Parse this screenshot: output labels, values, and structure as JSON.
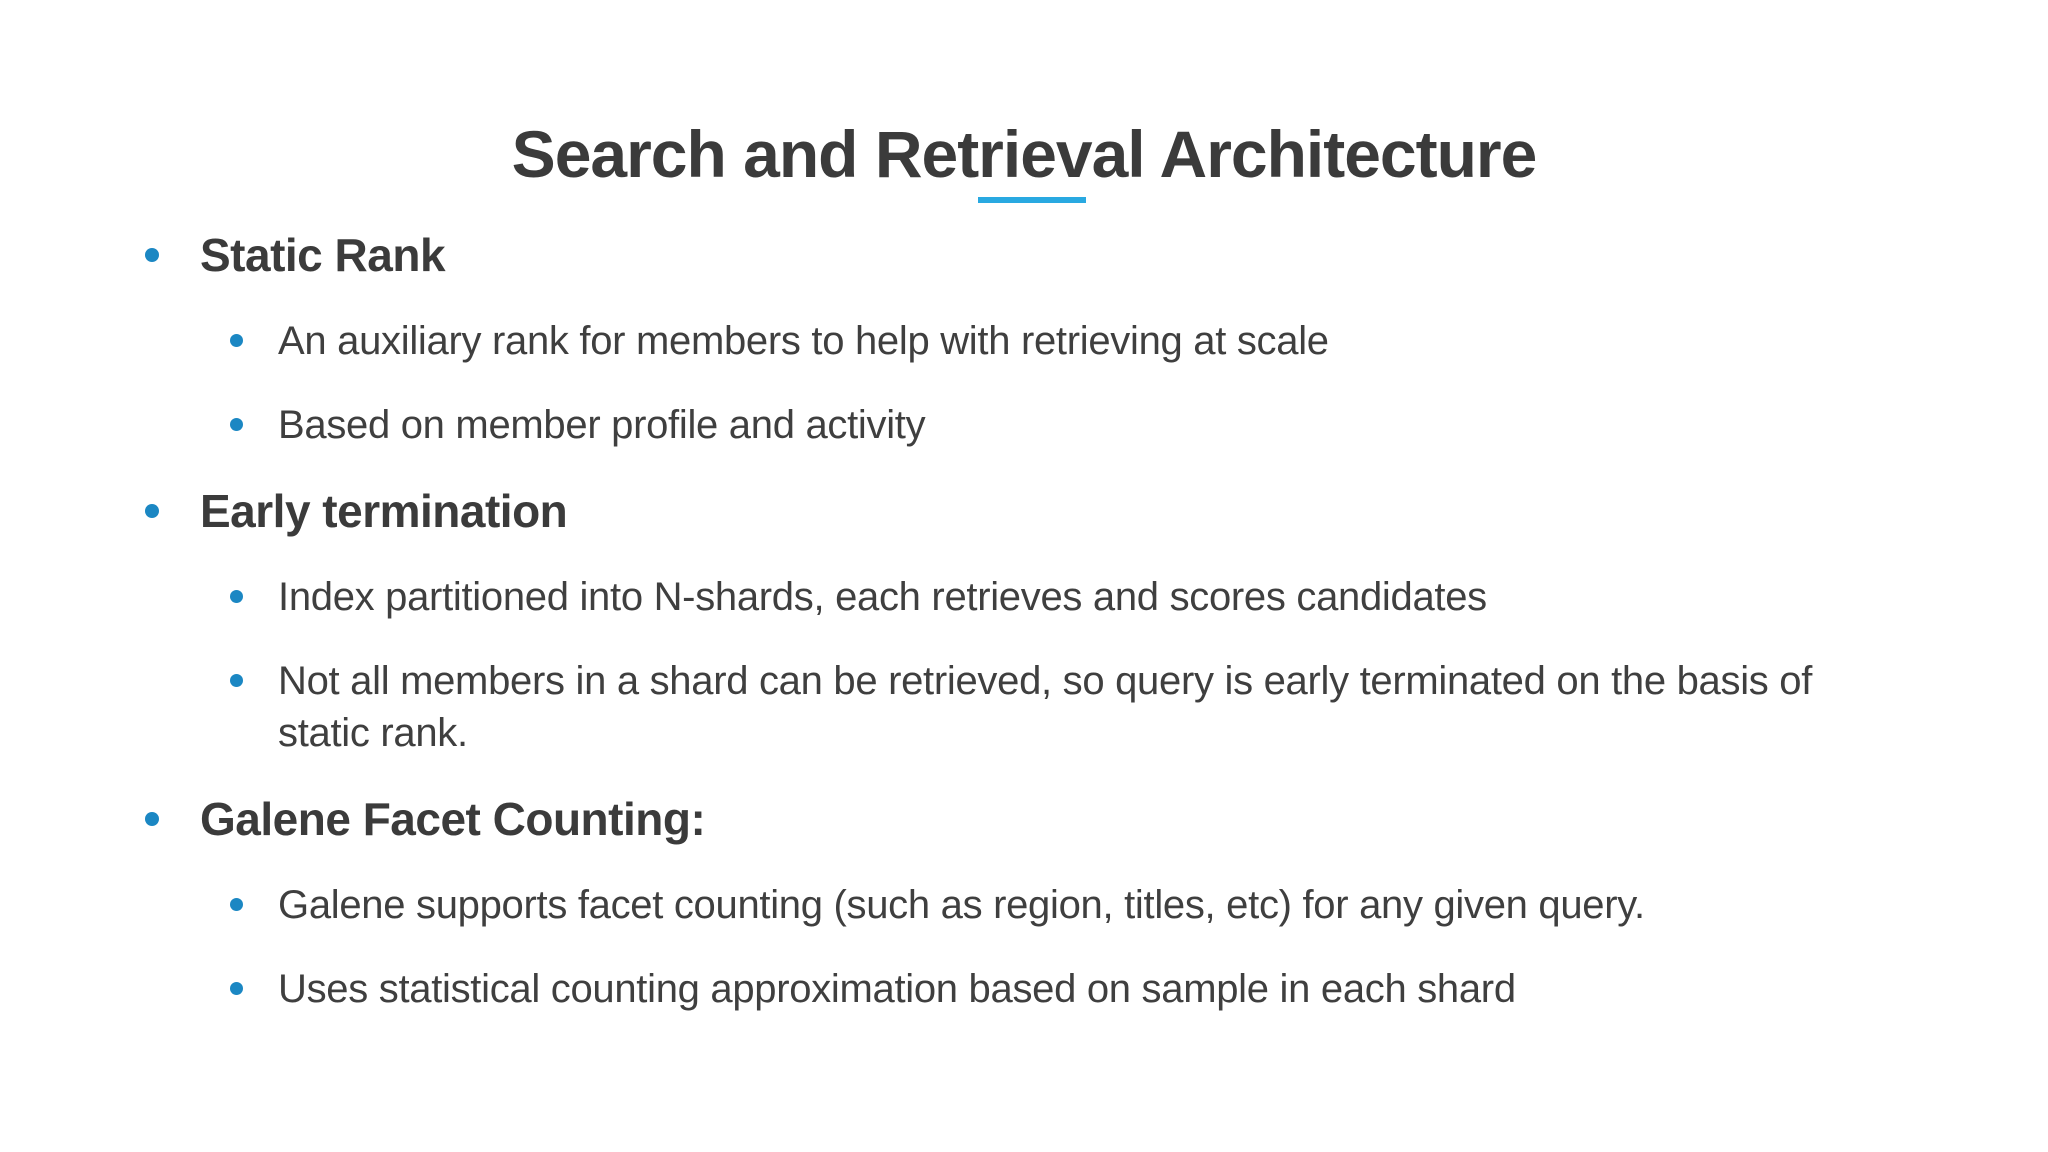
{
  "slide": {
    "title": "Search and Retrieval Architecture",
    "colors": {
      "accent_underline": "#29a9e1",
      "bullet": "#1b87c3",
      "heading_text": "#3b3b3b",
      "body_text": "#3f3f3f"
    },
    "sections": [
      {
        "heading": "Static Rank",
        "items": [
          {
            "lines": [
              "An auxiliary rank for members to help with retrieving at scale"
            ]
          },
          {
            "lines": [
              "Based on member profile and activity"
            ]
          }
        ]
      },
      {
        "heading": "Early termination",
        "items": [
          {
            "lines": [
              "Index partitioned into N-shards, each retrieves and scores candidates"
            ]
          },
          {
            "lines": [
              "Not all members in a shard can be retrieved, so query is early terminated on the basis of",
              "static rank."
            ]
          }
        ]
      },
      {
        "heading": "Galene Facet Counting:",
        "items": [
          {
            "lines": [
              "Galene supports facet counting (such as region, titles, etc) for any given query."
            ]
          },
          {
            "lines": [
              "Uses statistical counting approximation based on sample in each shard"
            ]
          }
        ]
      }
    ]
  }
}
